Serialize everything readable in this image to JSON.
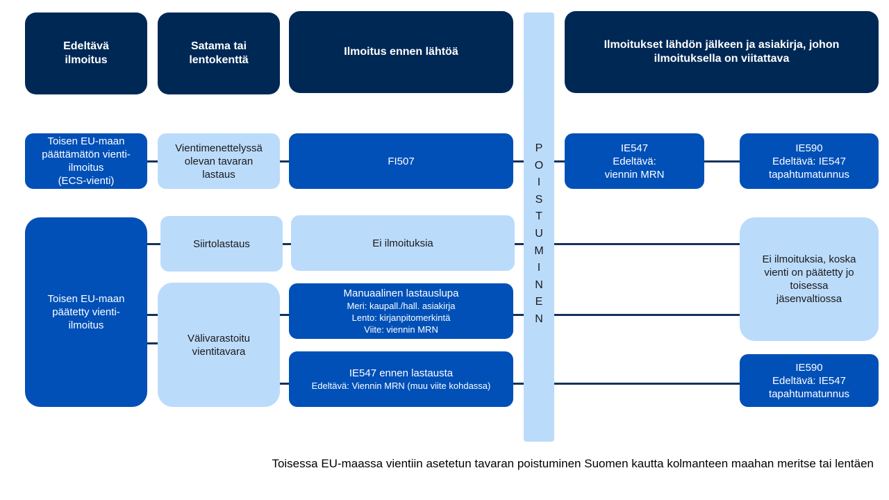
{
  "headers": {
    "previous": [
      "Edeltävä",
      "ilmoitus"
    ],
    "port": [
      "Satama tai",
      "lentokenttä"
    ],
    "before_departure": "Ilmoitus ennen lähtöä",
    "after_departure": [
      "Ilmoitukset lähdön jälkeen ja asiakirja, johon",
      "ilmoituksella on viitattava"
    ]
  },
  "row1": {
    "previous": [
      "Toisen EU-maan",
      "päättämätön vienti-",
      "ilmoitus",
      "(ECS-vienti)"
    ],
    "port": [
      "Vientimenettelyssä",
      "olevan tavaran",
      "lastaus"
    ],
    "before": "FI507",
    "after_a": [
      "IE547",
      "Edeltävä:",
      "viennin MRN"
    ],
    "after_b": [
      "IE590",
      "Edeltävä: IE547",
      "tapahtumatunnus"
    ]
  },
  "lower": {
    "previous": [
      "Toisen EU-maan",
      "päätetty vienti-",
      "ilmoitus"
    ],
    "transshipment": "Siirtolastaus",
    "no_notices": "Ei ilmoituksia",
    "stored": [
      "Välivarastoitu",
      "vientitavara"
    ],
    "manual": {
      "title": "Manuaalinen lastauslupa",
      "lines": [
        "Meri: kaupall./hall. asiakirja",
        "Lento: kirjanpitomerkintä",
        "Viite: viennin MRN"
      ]
    },
    "ie547_before": {
      "title": "IE547 ennen lastausta",
      "line": "Edeltävä: Viennin MRN (muu viite kohdassa)"
    },
    "no_notices_reason": [
      "Ei ilmoituksia, koska",
      "vienti on päätetty jo",
      "toisessa",
      "jäsenvaltiossa"
    ],
    "ie590": [
      "IE590",
      "Edeltävä: IE547",
      "tapahtumatunnus"
    ]
  },
  "exit_label": [
    "P",
    "O",
    "I",
    "S",
    "T",
    "U",
    "M",
    "I",
    "N",
    "E",
    "N"
  ],
  "caption": "Toisessa EU-maassa vientiin asetetun tavaran poistuminen Suomen kautta kolmanteen maahan meritse tai lentäen",
  "colors": {
    "header_navy": "#002855",
    "medium_blue": "#0050b8",
    "light_blue": "#bbdbfb",
    "connector": "#14325a"
  }
}
